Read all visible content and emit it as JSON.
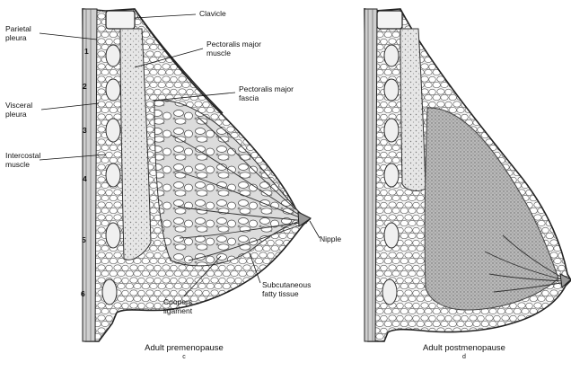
{
  "labels": {
    "clavicle": "Clavicle",
    "parietal_pleura": "Parietal\npleura",
    "pectoralis_major_muscle": "Pectoralis major\nmuscle",
    "pectoralis_major_fascia": "Pectoralis major\nfascia",
    "visceral_pleura": "Visceral\npleura",
    "intercostal_muscle": "Intercostal\nmuscle",
    "nipple": "Nipple",
    "subcutaneous_fatty_tissue": "Subcutaneous\nfatty tissue",
    "coopers_ligament": "Coopers\nligament"
  },
  "rib_numbers": [
    "1",
    "2",
    "3",
    "4",
    "5",
    "6"
  ],
  "captions": {
    "left": {
      "title": "Adult premenopause",
      "letter": "c"
    },
    "right": {
      "title": "Adult postmenopause",
      "letter": "d"
    }
  }
}
